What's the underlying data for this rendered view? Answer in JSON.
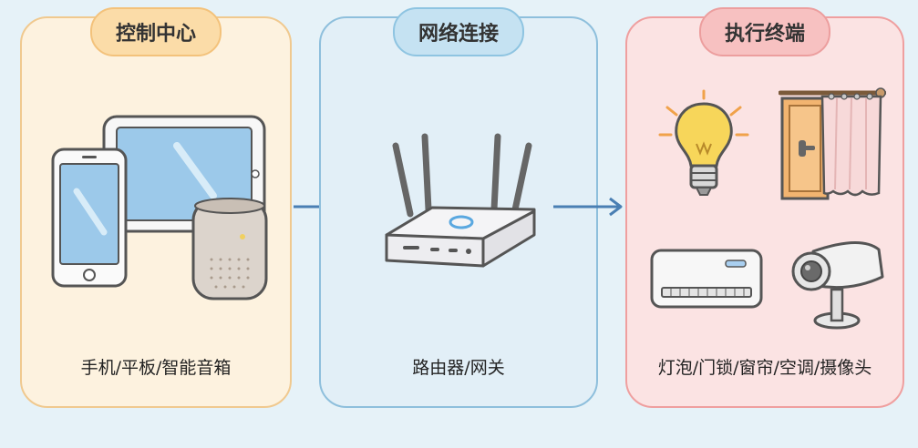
{
  "panels": {
    "control": {
      "title": "控制中心",
      "caption": "手机/平板/智能音箱"
    },
    "network": {
      "title": "网络连接",
      "caption": "路由器/网关"
    },
    "exec": {
      "title": "执行终端",
      "caption": "灯泡/门锁/窗帘/空调/摄像头"
    }
  },
  "icons": [
    "smartphone-icon",
    "tablet-icon",
    "smart-speaker-icon",
    "router-icon",
    "light-bulb-icon",
    "door-lock-icon",
    "curtain-icon",
    "air-conditioner-icon",
    "security-camera-icon",
    "arrow-right-icon"
  ],
  "colors": {
    "control_bg": "#fdf2df",
    "control_border": "#f0c98f",
    "network_bg": "#e2eff7",
    "network_border": "#8ebfdc",
    "exec_bg": "#fbe3e3",
    "exec_border": "#ef9f9f",
    "arrow": "#4a7fb3"
  }
}
